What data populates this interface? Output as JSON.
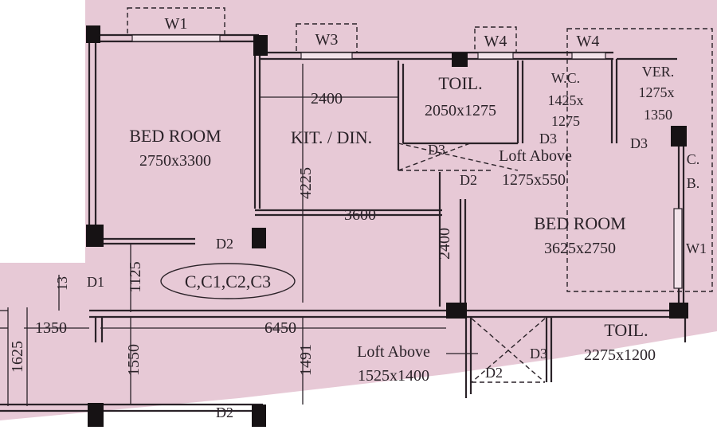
{
  "rooms": {
    "bed_room_left": {
      "name": "BED ROOM",
      "size": "2750x3300"
    },
    "kitchen_dining": {
      "name": "KIT. / DIN."
    },
    "toilet_top": {
      "name": "TOIL.",
      "size": "2050x1275"
    },
    "wc": {
      "name": "W.C.",
      "size_line1": "1425x",
      "size_line2": "1275"
    },
    "verandah": {
      "name": "VER.",
      "size_line1": "1275x",
      "size_line2": "1350"
    },
    "cupboard": {
      "line1": "C.",
      "line2": "B."
    },
    "bed_room_right": {
      "name": "BED ROOM",
      "size": "3625x2750"
    },
    "toilet_bottom": {
      "name": "TOIL.",
      "size": "2275x1200"
    }
  },
  "lofts": {
    "upper": {
      "label": "Loft Above",
      "size": "1275x550"
    },
    "lower": {
      "label": "Loft Above",
      "size": "1525x1400"
    }
  },
  "windows": {
    "w1": "W1",
    "w3": "W3",
    "w4": "W4",
    "w1_right": "W1"
  },
  "doors": {
    "d1": "D1",
    "d2": "D2",
    "d3": "D3"
  },
  "dimensions": {
    "d2400_top": "2400",
    "d4225": "4225",
    "d3600": "3600",
    "d2400_v": "2400",
    "d1125": "1125",
    "d13": "13",
    "d1350": "1350",
    "d6450": "6450",
    "d1625": "1625",
    "d1550": "1550",
    "d1491": "1491"
  },
  "unit_types": "C,C1,C2,C3"
}
